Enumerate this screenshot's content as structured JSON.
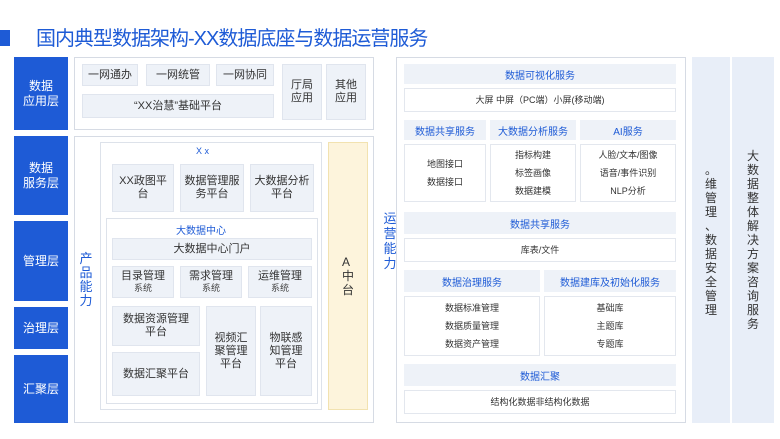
{
  "title": "国内典型数据架构-XX数据底座与数据运营服务",
  "layers": [
    "数据\n应用层",
    "数据\n服务层",
    "管理层",
    "治理层",
    "汇聚层"
  ],
  "app": {
    "items": [
      "一网通办",
      "一网统管",
      "一网协同"
    ],
    "platform": "“XX治慧”基础平台",
    "others": [
      "厅局\n应用",
      "其他\n应用"
    ]
  },
  "mid": {
    "left_label": "产\n品\n能\n力",
    "xx_label": "X x",
    "service_boxes": [
      "XX政图平\n台",
      "数据管理服\n务平台",
      "大数据分析\n平台"
    ],
    "center_title": "大数据中心",
    "portal": "大数据中心门户",
    "mgmt": [
      {
        "title": "目录管理",
        "sub": "系统"
      },
      {
        "title": "需求管理",
        "sub": "系统"
      },
      {
        "title": "运维管理",
        "sub": "系统"
      }
    ],
    "resource": "数据资源管理\n平台",
    "collect": "数据汇聚平台",
    "video": "视频汇\n聚管理\n平台",
    "iot": "物联感\n知管理\n平台",
    "a_center": "A\n中\n台"
  },
  "ops_label": "运\n营\n能\n力",
  "right": {
    "vis_title": "数据可视化服务",
    "vis_body": "大屏  中屏（PC端）小屏(移动端)",
    "share_title": "数据共享服务",
    "share_items": [
      "地图接口",
      "数据接口"
    ],
    "analysis_title": "大数据分析服务",
    "analysis_items": [
      "指标构建",
      "标签画像",
      "数据建模"
    ],
    "ai_title": "AI服务",
    "ai_items": [
      "人脸/文本/图像",
      "语音/事件识别",
      "NLP分析"
    ],
    "share2_title": "数据共享服务",
    "share2_body": "库表/文件",
    "gov_title": "数据治理服务",
    "gov_items": [
      "数据标准管理",
      "数据质量管理",
      "数据资产管理"
    ],
    "build_title": "数据建库及初始化服务",
    "build_items": [
      "基础库",
      "主题库",
      "专题库"
    ],
    "collect_title": "数据汇聚",
    "collect_body": "结构化数据非结构化数据"
  },
  "side_mid": "。\n维\n管\n理\n、\n数\n据\n安\n全\n管\n理",
  "side_right": "大\n数\n据\n整\n体\n解\n决\n方\n案\n咨\n询\n服\n务"
}
